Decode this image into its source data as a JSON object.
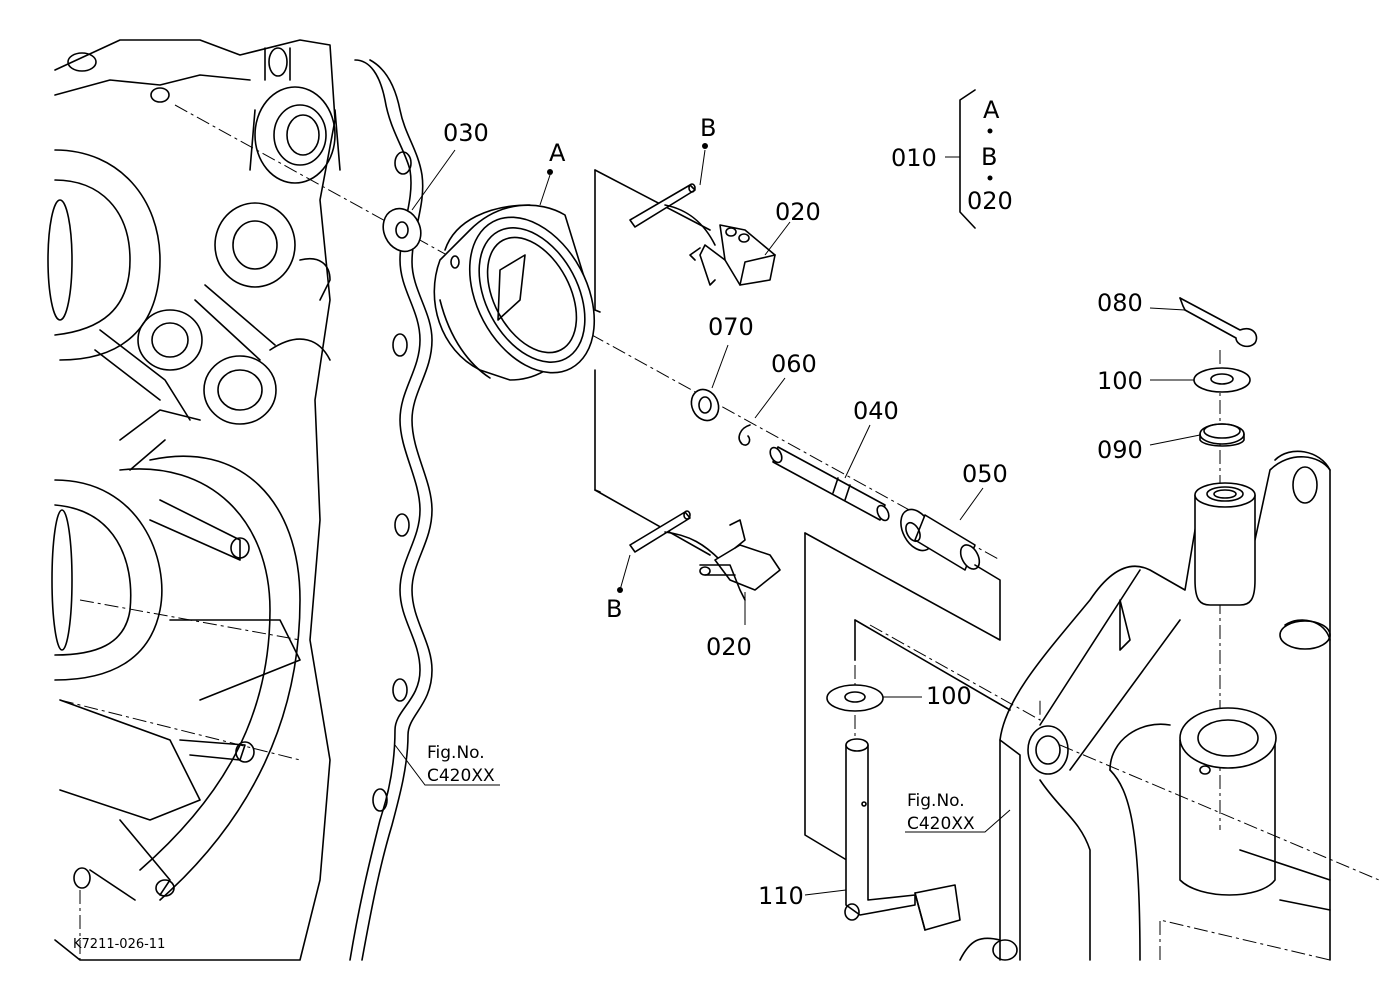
{
  "drawing_code": "K7211-026-11",
  "callouts": {
    "p010": "010",
    "p020_top": "020",
    "p020_bottom": "020",
    "p030": "030",
    "p040": "040",
    "p050": "050",
    "p060": "060",
    "p070": "070",
    "p080": "080",
    "p090": "090",
    "p100_right": "100",
    "p100_lower": "100",
    "p110": "110",
    "ref_A": "A",
    "ref_B_top": "B",
    "ref_B_bottom": "B"
  },
  "assembly_bracket": {
    "part": "010",
    "items": [
      "A",
      "B",
      "020"
    ]
  },
  "figure_refs": {
    "left": {
      "line1": "Fig.No.",
      "line2": "C420XX"
    },
    "right": {
      "line1": "Fig.No.",
      "line2": "C420XX"
    }
  }
}
